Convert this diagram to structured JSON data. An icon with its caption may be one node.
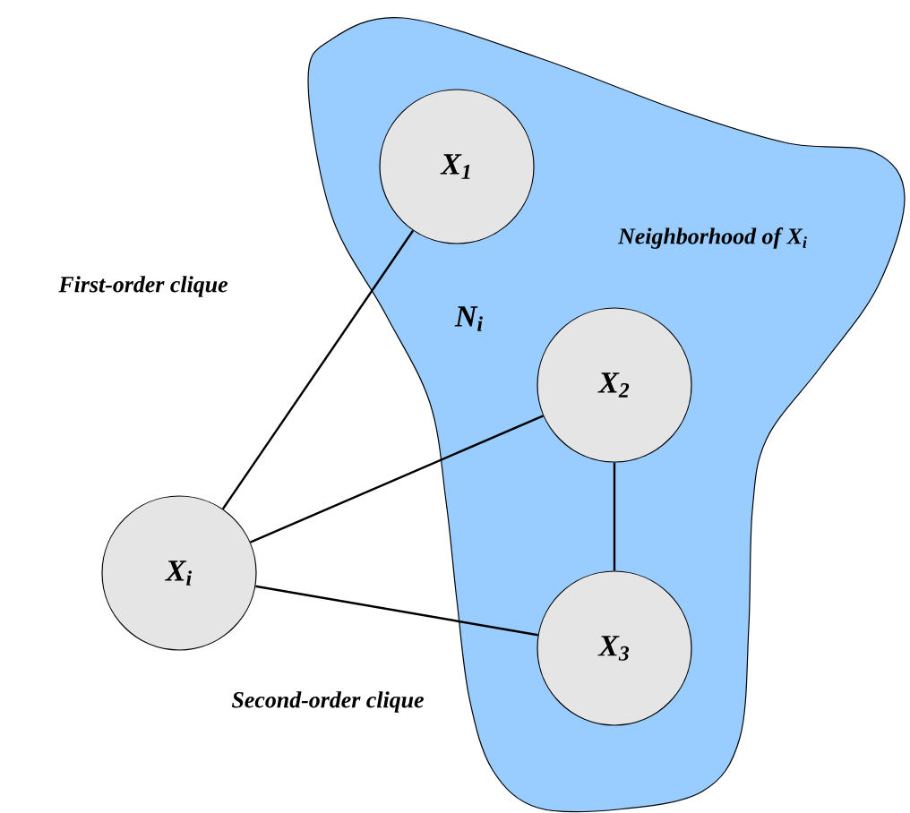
{
  "diagram": {
    "nodes": [
      {
        "text": [
          "Neighborhood of X$_{i}$",
          "N$_{i}$"
        ]
      },
      {
        "text": [
          "X$_{1}$"
        ],
        "in": 0
      },
      {
        "text": [
          "X$_{2}$"
        ],
        "in": 0
      },
      {
        "text": [
          "X$_{3}$"
        ],
        "in": 0
      },
      {
        "text": [
          "X$_{i}$"
        ]
      }
    ],
    "edges": [
      {
        "from": 4,
        "to": 1,
        "arrow": "none"
      },
      {
        "from": 4,
        "to": 2,
        "arrow": "none"
      },
      {
        "from": 4,
        "to": 3,
        "arrow": "none"
      },
      {
        "from": 2,
        "to": 3,
        "arrow": "none"
      }
    ],
    "labels": [
      "First-order clique",
      "Second-order clique"
    ]
  }
}
